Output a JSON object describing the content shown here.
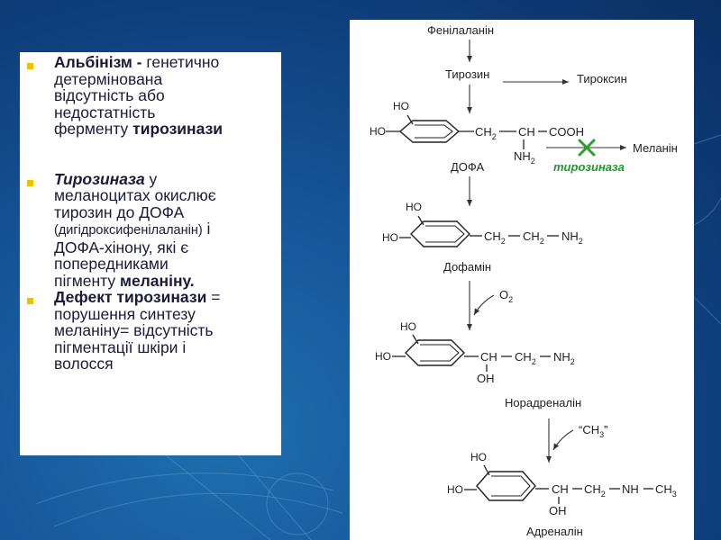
{
  "colors": {
    "background": "#12508f",
    "bullet": "#f0c000",
    "enzyme_text": "#1e9a2a",
    "cross": "#2aa02a"
  },
  "left_text": {
    "b1": {
      "term": "Альбінізм -",
      "line1_rest": " генетично",
      "line2": "детермінована",
      "line3": "відсутність або",
      "line4": "недостатність",
      "line5_pre": "ферменту ",
      "line5_bold": "тирозинази"
    },
    "b2": {
      "term": "Тирозиназа",
      "line1_rest": "  у",
      "line2": "меланоцитах окислює",
      "line3": "тирозин до ДОФА",
      "line4_small": "(дигідроксифенілаланін)",
      "line4_rest": " і",
      "line5": "ДОФА-хінону, які є",
      "line6": "попередниками",
      "line7_pre": "пігменту ",
      "line7_bold": "меланіну."
    },
    "b3": {
      "term": "Дефект тирозинази",
      "line1_rest": " =",
      "line2": "порушення синтезу",
      "line3": "меланіну= відсутність",
      "line4": "пігментації шкіри і",
      "line5": "волосся"
    }
  },
  "diagram": {
    "phenylalanine": "Фенілаланін",
    "tyrosine": "Тирозин",
    "thyroxine": "Тироксин",
    "melanin": "Меланін",
    "enzyme": "тирозиназа",
    "dopa": "ДОФА",
    "dopamine": "Дофамін",
    "noradrenaline": "Норадреналін",
    "adrenaline": "Адреналін",
    "o2_label": "O",
    "o2_sub": "2",
    "ch3_label": "“CH",
    "ch3_sub": "3",
    "ch3_close": "”",
    "ho": "HO",
    "oh": "OH",
    "ch": "CH",
    "ch2_ch": "CH",
    "h2_sub": "2",
    "cooh": "COOH",
    "nh": "NH",
    "nh2_n": "NH",
    "ch3_methyl": "CH",
    "dash_ch": "—CH",
    "dash_nh": "—NH",
    "dash_ch3": "— CH"
  }
}
